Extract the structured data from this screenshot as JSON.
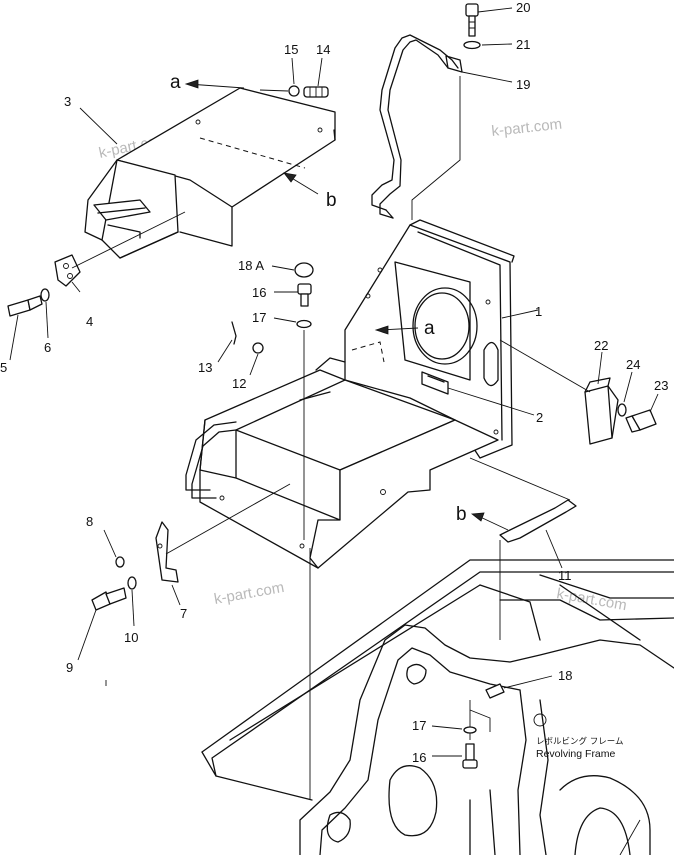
{
  "callouts": {
    "c1": "1",
    "c2": "2",
    "c3": "3",
    "c4": "4",
    "c5": "5",
    "c6": "6",
    "c7": "7",
    "c8": "8",
    "c9": "9",
    "c10": "10",
    "c11": "11",
    "c12": "12",
    "c13": "13",
    "c14": "14",
    "c15": "15",
    "c16a": "16",
    "c16b": "16",
    "c17a": "17",
    "c17b": "17",
    "c18": "18",
    "c18a": "18 A",
    "c19": "19",
    "c20": "20",
    "c21": "21",
    "c22": "22",
    "c23": "23",
    "c24": "24"
  },
  "reference_letters": {
    "a_top": "a",
    "a_mid": "a",
    "b_top": "b",
    "b_low": "b"
  },
  "frame_label": {
    "japanese": "レボルビング フレーム",
    "english": "Revolving Frame"
  },
  "watermarks": {
    "w1": "k-part.com",
    "w2": "k-part.com",
    "w3": "k-part.com",
    "w4": "k-part.com"
  }
}
